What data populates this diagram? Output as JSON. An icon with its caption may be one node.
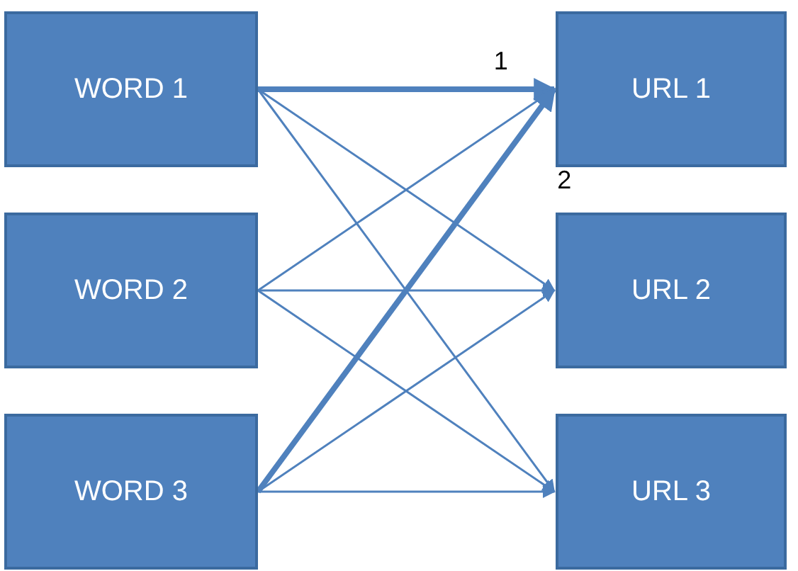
{
  "diagram": {
    "nodes": [
      {
        "text": [
          "WORD 1"
        ]
      },
      {
        "text": [
          "WORD 2"
        ]
      },
      {
        "text": [
          "WORD 3"
        ]
      },
      {
        "text": [
          "URL 1"
        ]
      },
      {
        "text": [
          "URL 2"
        ]
      },
      {
        "text": [
          "URL 3"
        ]
      }
    ],
    "edges": [
      {
        "from": 0,
        "to": 3,
        "arrow": "to",
        "label": "1",
        "style": "thick"
      },
      {
        "from": 0,
        "to": 4,
        "arrow": "to"
      },
      {
        "from": 0,
        "to": 5,
        "arrow": "to"
      },
      {
        "from": 1,
        "to": 3,
        "arrow": "to"
      },
      {
        "from": 1,
        "to": 4,
        "arrow": "to"
      },
      {
        "from": 1,
        "to": 5,
        "arrow": "to"
      },
      {
        "from": 2,
        "to": 3,
        "arrow": "to",
        "label": "2",
        "style": "thick"
      },
      {
        "from": 2,
        "to": 4,
        "arrow": "to"
      },
      {
        "from": 2,
        "to": 5,
        "arrow": "to"
      }
    ]
  }
}
